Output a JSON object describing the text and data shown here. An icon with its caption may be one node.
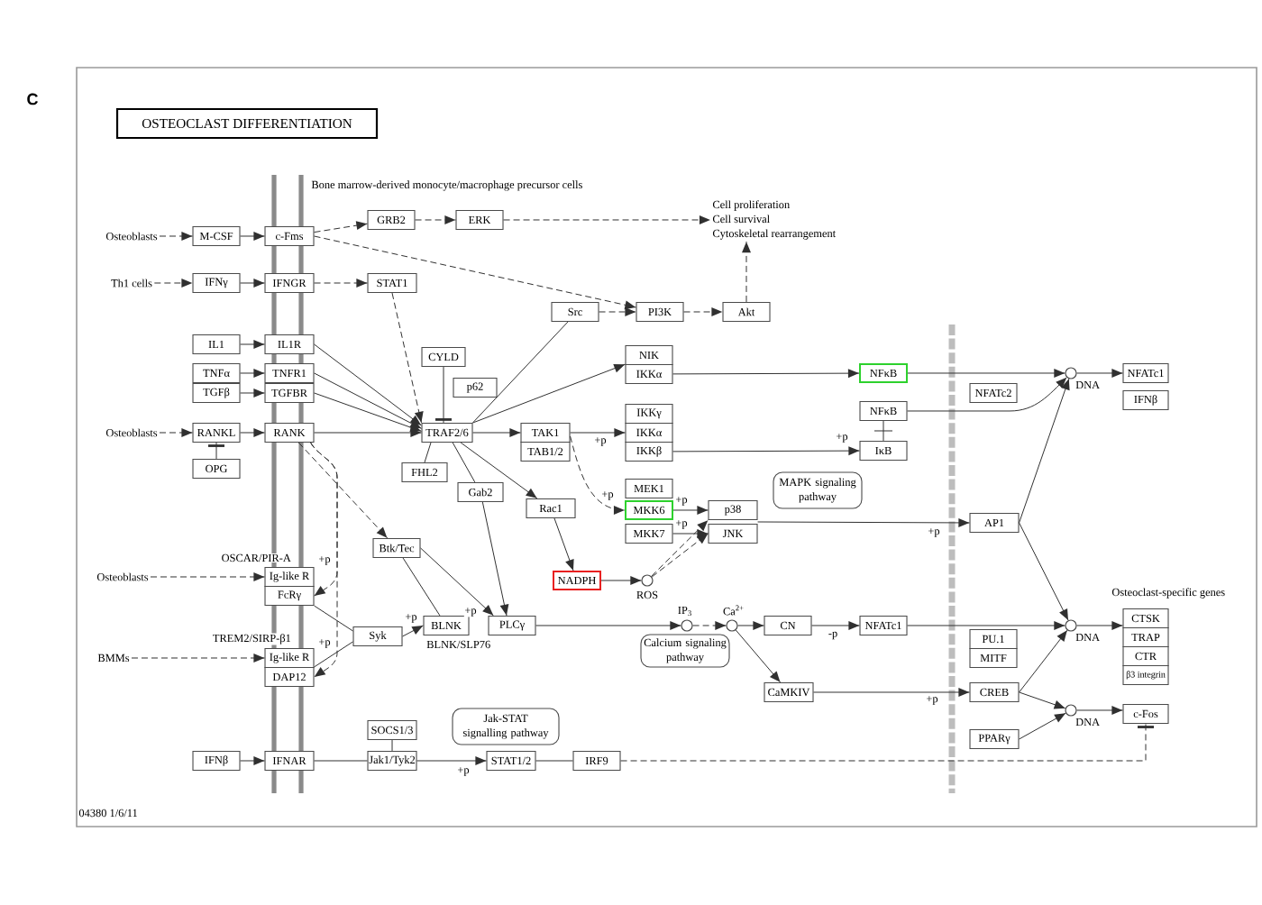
{
  "diagram": {
    "title": "OSTEOCLAST DIFFERENTIATION",
    "nodes": [
      {
        "text": [
          "Osteoblasts"
        ]
      },
      {
        "text": [
          "M-CSF"
        ]
      },
      {
        "text": [
          "c-Fms"
        ]
      },
      {
        "text": [
          "GRB2"
        ]
      },
      {
        "text": [
          "ERK"
        ]
      },
      {
        "text": [
          "Cell proliferation",
          "Cell survival",
          "Cytoskeletal rearrangement"
        ]
      },
      {
        "text": [
          "Th1 cells"
        ]
      },
      {
        "text": [
          "IFNγ"
        ]
      },
      {
        "text": [
          "IFNGR"
        ]
      },
      {
        "text": [
          "STAT1"
        ]
      },
      {
        "text": [
          "Src"
        ]
      },
      {
        "text": [
          "PI3K"
        ]
      },
      {
        "text": [
          "Akt"
        ]
      },
      {
        "text": [
          "IL1"
        ]
      },
      {
        "text": [
          "IL1R"
        ]
      },
      {
        "text": [
          "CYLD"
        ]
      },
      {
        "text": [
          "NIK"
        ]
      },
      {
        "text": [
          "IKKα"
        ]
      },
      {
        "text": [
          "TNFα"
        ]
      },
      {
        "text": [
          "TNFR1"
        ]
      },
      {
        "text": [
          "NFκB"
        ]
      },
      {
        "text": [],
        "shape": "circle",
        "beside": [
          "DNA"
        ]
      },
      {
        "text": [
          "NFATc1"
        ]
      },
      {
        "text": [
          "p62"
        ]
      },
      {
        "text": [
          "TGFβ"
        ]
      },
      {
        "text": [
          "TGFBR"
        ]
      },
      {
        "text": [
          "NFATc2"
        ]
      },
      {
        "text": [
          "IFNβ"
        ]
      },
      {
        "text": [
          "NFκB"
        ]
      },
      {
        "text": [
          "IKKγ"
        ]
      },
      {
        "text": [
          "Osteoblasts"
        ]
      },
      {
        "text": [
          "RANKL"
        ]
      },
      {
        "text": [
          "RANK"
        ]
      },
      {
        "text": [
          "TRAF2/6"
        ]
      },
      {
        "text": [
          "TAK1"
        ]
      },
      {
        "text": [
          "IKKα"
        ]
      },
      {
        "text": [
          "IKKβ"
        ]
      },
      {
        "text": [
          "TAB1/2"
        ]
      },
      {
        "text": [
          "IκB"
        ]
      },
      {
        "text": [
          "OPG"
        ]
      },
      {
        "text": [
          "FHL2"
        ]
      },
      {
        "text": [
          "MEK1"
        ]
      },
      {
        "text": [
          "MAPK signaling pathway"
        ]
      },
      {
        "text": [
          "Gab2"
        ]
      },
      {
        "text": [
          "Rac1"
        ]
      },
      {
        "text": [
          "MKK6"
        ]
      },
      {
        "text": [
          "p38"
        ]
      },
      {
        "text": [
          "AP1"
        ]
      },
      {
        "text": [
          "MKK7"
        ]
      },
      {
        "text": [
          "JNK"
        ]
      },
      {
        "text": [
          "Btk/Tec"
        ]
      },
      {
        "text": [
          "Osteoblasts"
        ]
      },
      {
        "text": [
          "OSCAR/PIR-A",
          "Ig-like R"
        ]
      },
      {
        "text": [
          "NADPH"
        ]
      },
      {
        "text": [],
        "shape": "circle",
        "beside": [
          "ROS"
        ]
      },
      {
        "text": [
          "FcRγ"
        ]
      },
      {
        "text": [
          "BLNK"
        ],
        "beside": [
          "BLNK/SLP76"
        ]
      },
      {
        "text": [
          "PLCγ"
        ]
      },
      {
        "text": [],
        "shape": "circle",
        "beside": [
          "IP$_{3}$"
        ]
      },
      {
        "text": [],
        "shape": "circle",
        "beside": [
          "Ca$^{2+}$"
        ]
      },
      {
        "text": [
          "CN"
        ]
      },
      {
        "text": [
          "NFATc1"
        ]
      },
      {
        "text": [],
        "shape": "circle",
        "beside": [
          "DNA"
        ]
      },
      {
        "text": [
          "CTSK"
        ]
      },
      {
        "text": [
          "TRAP"
        ]
      },
      {
        "text": [
          "CTR"
        ]
      },
      {
        "text": [
          "β3 integrin"
        ]
      },
      {
        "text": [
          "PU.1"
        ]
      },
      {
        "text": [
          "Syk"
        ]
      },
      {
        "text": [
          "Calcium signaling pathway"
        ]
      },
      {
        "text": [
          "MITF"
        ]
      },
      {
        "text": [
          "BMMs"
        ]
      },
      {
        "text": [
          "TREM2/SIRP-β1",
          "Ig-like R"
        ]
      },
      {
        "text": [
          "DAP12"
        ]
      },
      {
        "text": [
          "CaMKIV"
        ]
      },
      {
        "text": [
          "CREB"
        ]
      },
      {
        "text": [],
        "shape": "circle",
        "beside": [
          "DNA"
        ]
      },
      {
        "text": [
          "c-Fos"
        ]
      },
      {
        "text": [
          "Jak-STAT signalling pathway"
        ]
      },
      {
        "text": [
          "SOCS1/3"
        ]
      },
      {
        "text": [
          "PPARγ"
        ]
      },
      {
        "text": [
          "IFNβ"
        ]
      },
      {
        "text": [
          "IFNAR"
        ]
      },
      {
        "text": [
          "Jak1/Tyk2"
        ]
      },
      {
        "text": [
          "STAT1/2"
        ]
      },
      {
        "text": [
          "IRF9"
        ]
      }
    ],
    "edges": [
      {
        "from": 0,
        "to": 1,
        "arrow": "to",
        "style": "dashed"
      },
      {
        "from": 1,
        "to": 2,
        "arrow": "to"
      },
      {
        "from": 2,
        "to": 3,
        "arrow": "to",
        "style": "dashed"
      },
      {
        "from": 3,
        "to": 4,
        "arrow": "to",
        "style": "dashed"
      },
      {
        "from": 4,
        "to": 5,
        "arrow": "to",
        "style": "dashed"
      },
      {
        "from": 2,
        "to": 11,
        "arrow": "to",
        "style": "dashed"
      },
      {
        "from": 6,
        "to": 7,
        "arrow": "to",
        "style": "dashed"
      },
      {
        "from": 7,
        "to": 8,
        "arrow": "to"
      },
      {
        "from": 8,
        "to": 9,
        "arrow": "to",
        "style": "dashed"
      },
      {
        "from": 9,
        "to": 33,
        "arrow": "to",
        "style": "dashed"
      },
      {
        "from": 10,
        "to": 11,
        "arrow": "to",
        "style": "dashed"
      },
      {
        "from": 11,
        "to": 12,
        "arrow": "to",
        "style": "dashed"
      },
      {
        "from": 12,
        "to": 5,
        "arrow": "to",
        "style": "dashed"
      },
      {
        "from": 13,
        "to": 14,
        "arrow": "to"
      },
      {
        "from": 18,
        "to": 19,
        "arrow": "to"
      },
      {
        "from": 24,
        "to": 25,
        "arrow": "to"
      },
      {
        "from": 14,
        "to": 33,
        "arrow": "to"
      },
      {
        "from": 19,
        "to": 33,
        "arrow": "to"
      },
      {
        "from": 25,
        "to": 33,
        "arrow": "to"
      },
      {
        "from": 30,
        "to": 31,
        "arrow": "to",
        "style": "dashed"
      },
      {
        "from": 31,
        "to": 32,
        "arrow": "to"
      },
      {
        "from": 39,
        "to": 31,
        "arrow": "other"
      },
      {
        "from": 32,
        "to": 33,
        "arrow": "to"
      },
      {
        "from": 15,
        "to": 33,
        "arrow": "other"
      },
      {
        "from": 33,
        "to": 10,
        "arrow": "none"
      },
      {
        "from": 33,
        "to": 16,
        "arrow": "to"
      },
      {
        "from": 33,
        "to": 34,
        "arrow": "to"
      },
      {
        "from": 34,
        "to": 35,
        "arrow": "to",
        "label": "+p"
      },
      {
        "from": 17,
        "to": 20,
        "arrow": "to"
      },
      {
        "from": 36,
        "to": 38,
        "arrow": "to",
        "label": "+p"
      },
      {
        "from": 20,
        "to": 21,
        "arrow": "to"
      },
      {
        "from": 28,
        "to": 21,
        "arrow": "to"
      },
      {
        "from": 21,
        "to": 22,
        "arrow": "to"
      },
      {
        "from": 28,
        "to": 38,
        "arrow": "none"
      },
      {
        "from": 34,
        "to": 45,
        "arrow": "to",
        "style": "dashed",
        "label": "+p"
      },
      {
        "from": 33,
        "to": 44,
        "arrow": "to"
      },
      {
        "from": 44,
        "to": 53,
        "arrow": "to"
      },
      {
        "from": 53,
        "to": 54,
        "arrow": "to"
      },
      {
        "from": 54,
        "to": 46,
        "arrow": "to",
        "style": "dashed"
      },
      {
        "from": 54,
        "to": 49,
        "arrow": "to",
        "style": "dashed"
      },
      {
        "from": 45,
        "to": 46,
        "arrow": "to",
        "label": "+p"
      },
      {
        "from": 48,
        "to": 49,
        "arrow": "to",
        "label": "+p"
      },
      {
        "from": 46,
        "to": 47,
        "arrow": "to",
        "label": "+p"
      },
      {
        "from": 49,
        "to": 47,
        "arrow": "to"
      },
      {
        "from": 47,
        "to": 21,
        "arrow": "to"
      },
      {
        "from": 47,
        "to": 62,
        "arrow": "to"
      },
      {
        "from": 40,
        "to": 33,
        "arrow": "none"
      },
      {
        "from": 33,
        "to": 43,
        "arrow": "none"
      },
      {
        "from": 43,
        "to": 57,
        "arrow": "to"
      },
      {
        "from": 32,
        "to": 50,
        "arrow": "to",
        "style": "dashed"
      },
      {
        "from": 50,
        "to": 57,
        "arrow": "to",
        "label": "+p"
      },
      {
        "from": 50,
        "to": 56,
        "arrow": "none"
      },
      {
        "from": 51,
        "to": 52,
        "arrow": "to",
        "style": "dashed"
      },
      {
        "from": 71,
        "to": 72,
        "arrow": "to",
        "style": "dashed"
      },
      {
        "from": 32,
        "to": 55,
        "arrow": "to",
        "style": "dashed",
        "label": "+p"
      },
      {
        "from": 32,
        "to": 73,
        "arrow": "to",
        "style": "dashed",
        "label": "+p"
      },
      {
        "from": 55,
        "to": 68,
        "arrow": "none"
      },
      {
        "from": 73,
        "to": 68,
        "arrow": "none"
      },
      {
        "from": 68,
        "to": 56,
        "arrow": "to",
        "label": "+p"
      },
      {
        "from": 57,
        "to": 58,
        "arrow": "to"
      },
      {
        "from": 58,
        "to": 59,
        "arrow": "to",
        "style": "dashed"
      },
      {
        "from": 59,
        "to": 60,
        "arrow": "to"
      },
      {
        "from": 59,
        "to": 74,
        "arrow": "to"
      },
      {
        "from": 60,
        "to": 61,
        "arrow": "to",
        "label": "-p"
      },
      {
        "from": 61,
        "to": 62,
        "arrow": "to"
      },
      {
        "from": 74,
        "to": 75,
        "arrow": "to",
        "label": "+p"
      },
      {
        "from": 75,
        "to": 62,
        "arrow": "to"
      },
      {
        "from": 75,
        "to": 76,
        "arrow": "to"
      },
      {
        "from": 80,
        "to": 76,
        "arrow": "to"
      },
      {
        "from": 62,
        "to": 63,
        "arrow": "to"
      },
      {
        "from": 76,
        "to": 77,
        "arrow": "to"
      },
      {
        "from": 85,
        "to": 77,
        "arrow": "other",
        "style": "dashed"
      },
      {
        "from": 81,
        "to": 82,
        "arrow": "to"
      },
      {
        "from": 82,
        "to": 83,
        "arrow": "none"
      },
      {
        "from": 79,
        "to": 83,
        "arrow": "none"
      },
      {
        "from": 83,
        "to": 84,
        "arrow": "to",
        "label": "+p"
      },
      {
        "from": 84,
        "to": 85,
        "arrow": "none"
      }
    ],
    "labels": [
      "C",
      "Bone marrow-derived monocyte/macrophage precursor cells",
      "Osteoclast-specific genes",
      "04380 1/6/11"
    ]
  }
}
